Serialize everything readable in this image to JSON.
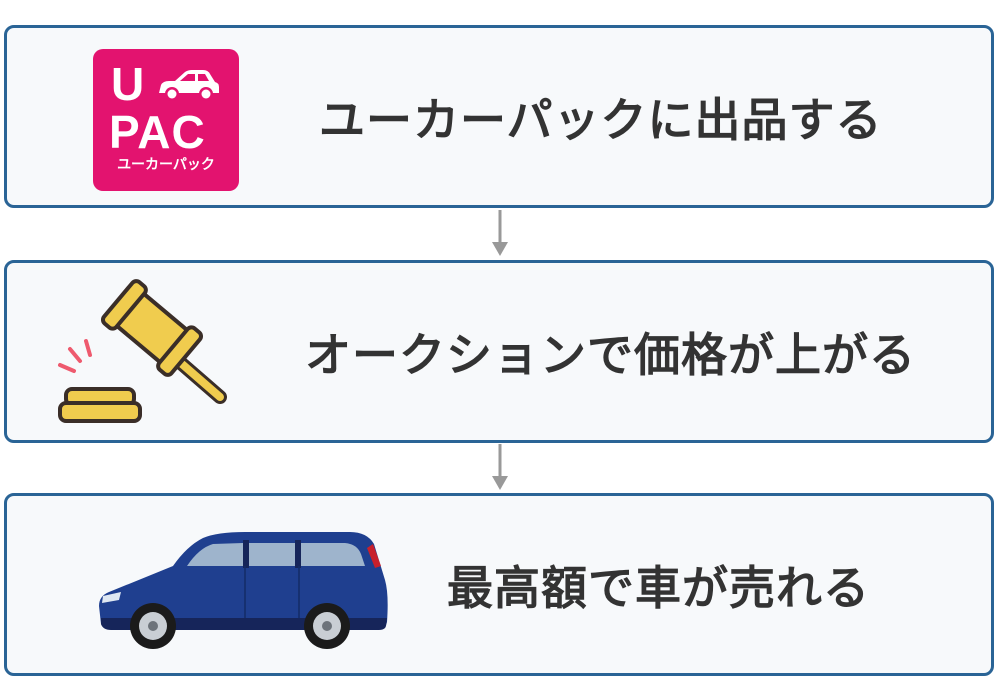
{
  "steps": [
    {
      "id": "step1",
      "label": "ユーカーパックに出品する",
      "icon": "upac-logo"
    },
    {
      "id": "step2",
      "label": "オークションで価格が上がる",
      "icon": "gavel-icon"
    },
    {
      "id": "step3",
      "label": "最高額で車が売れる",
      "icon": "minivan-icon"
    }
  ],
  "logo": {
    "line1": "U",
    "line2": "PAC",
    "subtitle": "ユーカーパック"
  },
  "colors": {
    "border": "#2a6496",
    "box_background": "#f7f9fb",
    "text": "#333333",
    "arrow": "#999999",
    "logo_pink": "#e3136f",
    "car_body": "#1f3f8f",
    "gavel_gold": "#f0cc4e"
  }
}
